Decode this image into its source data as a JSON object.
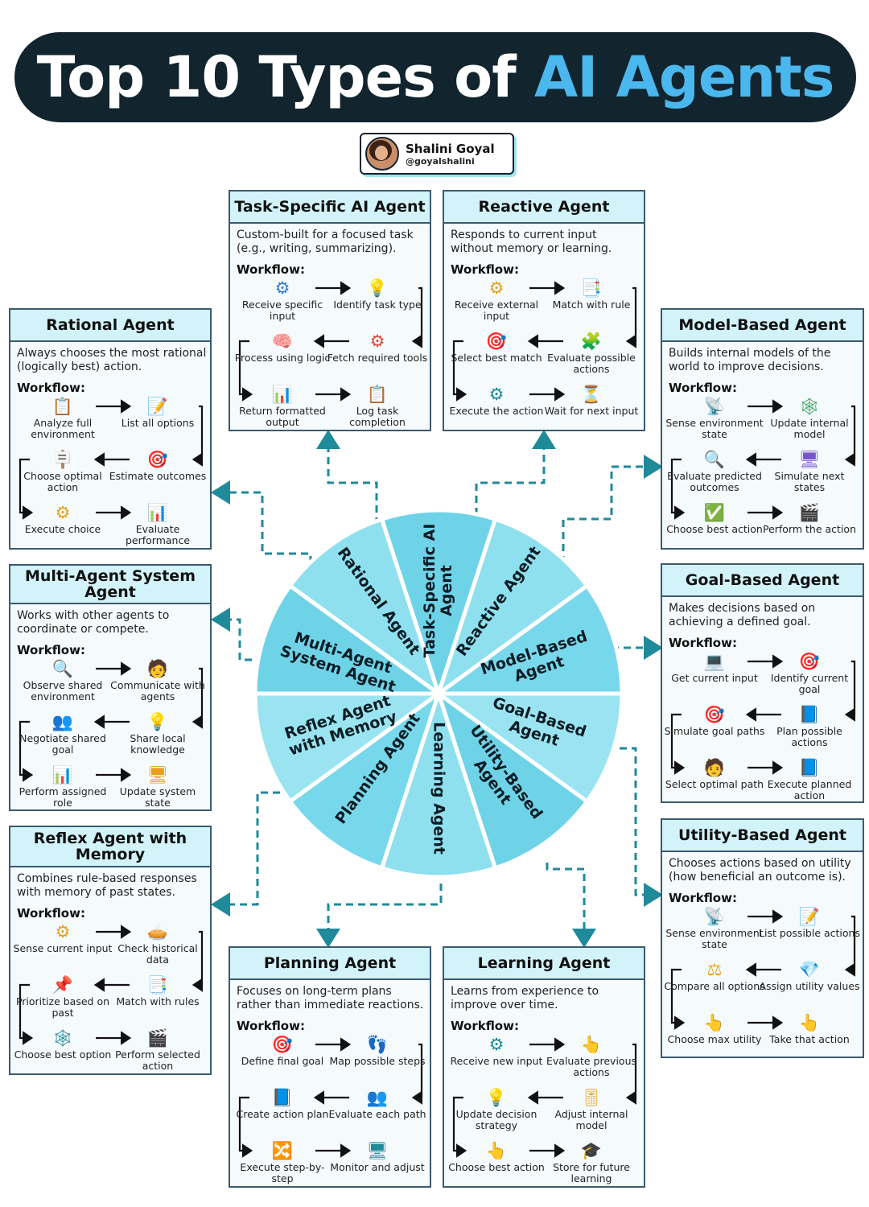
{
  "title": {
    "main": "Top 10 Types of",
    "accent": "AI Agents"
  },
  "author": {
    "name": "Shalini Goyal",
    "handle": "@goyalshalini"
  },
  "workflow_label": "Workflow:",
  "colors": {
    "banner": "#12242e",
    "accent": "#4ab8ee",
    "card_header": "#d2f3fa",
    "wheel": "#7fdcef",
    "connector": "#1f8a9a"
  },
  "wheel": [
    "Task-Specific AI Agent",
    "Reactive Agent",
    "Model-Based Agent",
    "Goal-Based Agent",
    "Utility-Based Agent",
    "Learning Agent",
    "Planning Agent",
    "Reflex Agent with Memory",
    "Multi-Agent System Agent",
    "Rational Agent"
  ],
  "cards": [
    {
      "id": "task",
      "title": "Task-Specific AI Agent",
      "desc": "Custom-built for a focused task (e.g., writing, summarizing).",
      "steps": [
        {
          "label": "Receive specific input",
          "icon": "gear-icon"
        },
        {
          "label": "Identify task type",
          "icon": "bulb-icon"
        },
        {
          "label": "Fetch required tools",
          "icon": "gear-icon"
        },
        {
          "label": "Process using logic",
          "icon": "brain-icon"
        },
        {
          "label": "Return formatted output",
          "icon": "chart-icon"
        },
        {
          "label": "Log task completion",
          "icon": "clipboard-icon"
        }
      ]
    },
    {
      "id": "reactive",
      "title": "Reactive Agent",
      "desc": "Responds to current input without memory or learning.",
      "steps": [
        {
          "label": "Receive external input",
          "icon": "gear-icon"
        },
        {
          "label": "Match with rule",
          "icon": "rules-icon"
        },
        {
          "label": "Evaluate possible actions",
          "icon": "puzzle-icon"
        },
        {
          "label": "Select best match",
          "icon": "target-icon"
        },
        {
          "label": "Execute the action",
          "icon": "gear-icon"
        },
        {
          "label": "Wait for next input",
          "icon": "hourglass-icon"
        }
      ]
    },
    {
      "id": "model",
      "title": "Model-Based Agent",
      "desc": "Builds internal models of the world to improve decisions.",
      "steps": [
        {
          "label": "Sense environment state",
          "icon": "sensor-icon"
        },
        {
          "label": "Update internal model",
          "icon": "network-icon"
        },
        {
          "label": "Simulate next states",
          "icon": "monitor-icon"
        },
        {
          "label": "Evaluate predicted outcomes",
          "icon": "search-icon"
        },
        {
          "label": "Choose best action",
          "icon": "choice-icon"
        },
        {
          "label": "Perform the action",
          "icon": "clapper-icon"
        }
      ]
    },
    {
      "id": "goal",
      "title": "Goal-Based Agent",
      "desc": "Makes decisions based on achieving a defined goal.",
      "steps": [
        {
          "label": "Get current input",
          "icon": "computer-icon"
        },
        {
          "label": "Identify current goal",
          "icon": "target-icon"
        },
        {
          "label": "Plan possible actions",
          "icon": "plan-icon"
        },
        {
          "label": "Simulate goal paths",
          "icon": "target-icon"
        },
        {
          "label": "Select optimal path",
          "icon": "person-icon"
        },
        {
          "label": "Execute planned action",
          "icon": "plan-icon"
        }
      ]
    },
    {
      "id": "utility",
      "title": "Utility-Based Agent",
      "desc": "Chooses actions based on utility (how beneficial an outcome is).",
      "steps": [
        {
          "label": "Sense environment state",
          "icon": "sensor-icon"
        },
        {
          "label": "List possible actions",
          "icon": "list-icon"
        },
        {
          "label": "Assign utility values",
          "icon": "value-icon"
        },
        {
          "label": "Compare all options",
          "icon": "compare-icon"
        },
        {
          "label": "Choose max utility",
          "icon": "hand-icon"
        },
        {
          "label": "Take that action",
          "icon": "hand-icon"
        }
      ]
    },
    {
      "id": "learning",
      "title": "Learning Agent",
      "desc": "Learns from experience to improve over time.",
      "steps": [
        {
          "label": "Receive new input",
          "icon": "gear-icon"
        },
        {
          "label": "Evaluate previous actions",
          "icon": "hand-icon"
        },
        {
          "label": "Adjust internal model",
          "icon": "sliders-icon"
        },
        {
          "label": "Update decision strategy",
          "icon": "bulb-icon"
        },
        {
          "label": "Choose best action",
          "icon": "hand-icon"
        },
        {
          "label": "Store for future learning",
          "icon": "grad-icon"
        }
      ]
    },
    {
      "id": "planning",
      "title": "Planning Agent",
      "desc": "Focuses on long-term plans rather than immediate reactions.",
      "steps": [
        {
          "label": "Define final goal",
          "icon": "target-icon"
        },
        {
          "label": "Map possible steps",
          "icon": "footprints-icon"
        },
        {
          "label": "Evaluate each path",
          "icon": "team-icon"
        },
        {
          "label": "Create action plan",
          "icon": "plan-icon"
        },
        {
          "label": "Execute step-by-step",
          "icon": "flow-icon"
        },
        {
          "label": "Monitor and adjust",
          "icon": "monitor-icon"
        }
      ]
    },
    {
      "id": "reflex",
      "title": "Reflex Agent with Memory",
      "desc": "Combines rule-based responses with memory of past states.",
      "steps": [
        {
          "label": "Sense current input",
          "icon": "gear-icon"
        },
        {
          "label": "Check historical data",
          "icon": "pie-icon"
        },
        {
          "label": "Match with rules",
          "icon": "rules-icon"
        },
        {
          "label": "Prioritize based on past",
          "icon": "priority-icon"
        },
        {
          "label": "Choose best option",
          "icon": "network-icon"
        },
        {
          "label": "Perform selected action",
          "icon": "clapper-icon"
        }
      ]
    },
    {
      "id": "multi",
      "title": "Multi-Agent System Agent",
      "desc": "Works with other agents to coordinate or compete.",
      "steps": [
        {
          "label": "Observe shared environment",
          "icon": "search-icon"
        },
        {
          "label": "Communicate with agents",
          "icon": "person-icon"
        },
        {
          "label": "Share local knowledge",
          "icon": "bulb-icon"
        },
        {
          "label": "Negotiate shared goal",
          "icon": "team-icon"
        },
        {
          "label": "Perform assigned role",
          "icon": "chart-icon"
        },
        {
          "label": "Update system state",
          "icon": "monitor-icon"
        }
      ]
    },
    {
      "id": "rational",
      "title": "Rational Agent",
      "desc": "Always chooses the most rational (logically best) action.",
      "steps": [
        {
          "label": "Analyze full environment",
          "icon": "clipboard-icon"
        },
        {
          "label": "List all options",
          "icon": "list-icon"
        },
        {
          "label": "Estimate outcomes",
          "icon": "target-icon"
        },
        {
          "label": "Choose optimal action",
          "icon": "signpost-icon"
        },
        {
          "label": "Execute choice",
          "icon": "gear-icon"
        },
        {
          "label": "Evaluate performance",
          "icon": "chart-icon"
        }
      ]
    }
  ]
}
